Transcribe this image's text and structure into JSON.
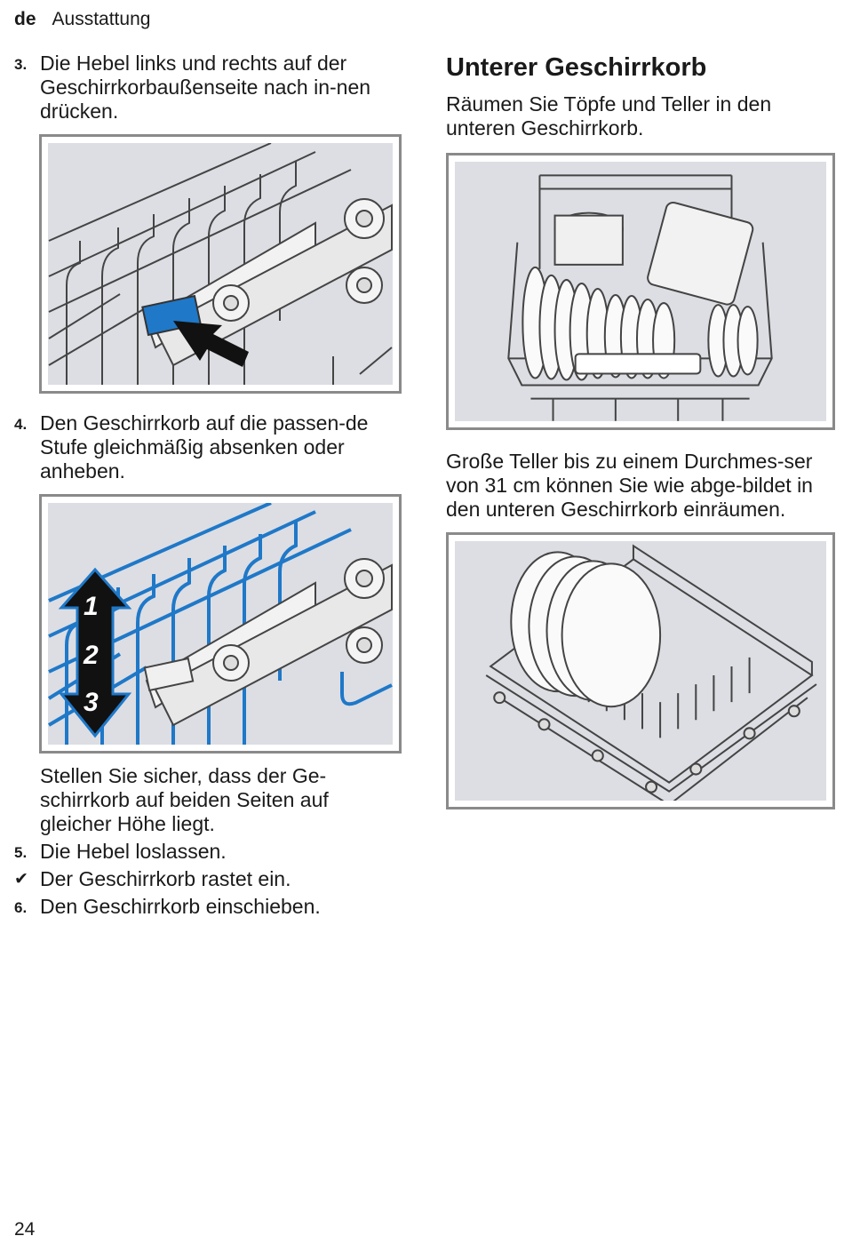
{
  "header": {
    "lang": "de",
    "section": "Ausstattung"
  },
  "left": {
    "step3": {
      "num": "3.",
      "text": "Die Hebel links und rechts auf der Geschirrkorbaußenseite nach in-nen drücken."
    },
    "step4": {
      "num": "4.",
      "text": "Den Geschirrkorb auf die passen-de Stufe gleichmäßig absenken oder anheben."
    },
    "levels": [
      "1",
      "2",
      "3"
    ],
    "note": "Stellen Sie sicher, dass der Ge-schirrkorb auf beiden Seiten auf gleicher Höhe liegt.",
    "step5": {
      "num": "5.",
      "text": "Die Hebel loslassen."
    },
    "result": {
      "text": "Der Geschirrkorb rastet ein."
    },
    "step6": {
      "num": "6.",
      "text": "Den Geschirrkorb einschieben."
    }
  },
  "right": {
    "heading": "Unterer Geschirrkorb",
    "intro": "Räumen Sie Töpfe und Teller in den unteren Geschirrkorb.",
    "large_plates": "Große Teller bis zu einem Durchmes-ser von 31 cm können Sie wie abge-bildet in den unteren Geschirrkorb einräumen."
  },
  "footer": {
    "page": "24"
  },
  "colors": {
    "accent_blue": "#1f78c8",
    "figure_bg": "#dcdee3",
    "frame": "#8a8a8a"
  }
}
